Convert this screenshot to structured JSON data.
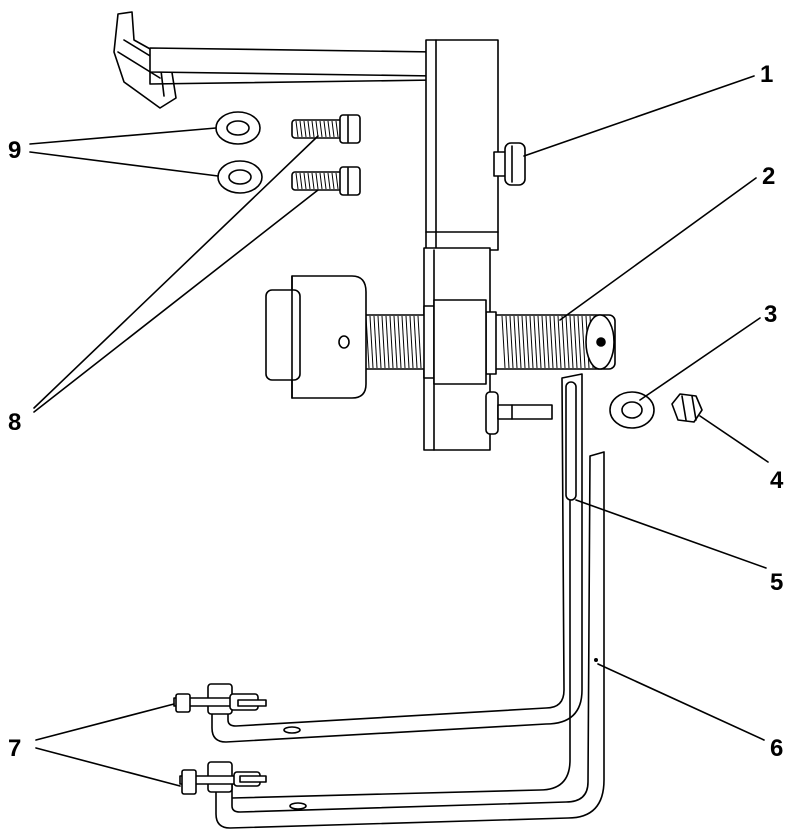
{
  "colors": {
    "line": "#000000",
    "part_fill": "#ffffff",
    "part_shade": "#d9d9d9",
    "background": "#ffffff"
  },
  "callouts": [
    {
      "id": "1",
      "label": "1"
    },
    {
      "id": "2",
      "label": "2"
    },
    {
      "id": "3",
      "label": "3"
    },
    {
      "id": "4",
      "label": "4"
    },
    {
      "id": "5",
      "label": "5"
    },
    {
      "id": "6",
      "label": "6"
    },
    {
      "id": "7",
      "label": "7"
    },
    {
      "id": "8",
      "label": "8"
    },
    {
      "id": "9",
      "label": "9"
    }
  ]
}
